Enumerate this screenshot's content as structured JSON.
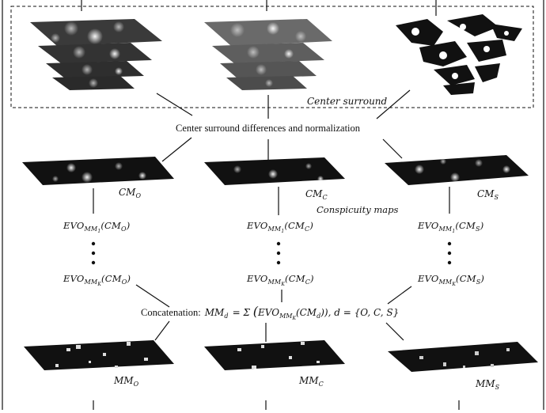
{
  "center_surround_box_label": "Center surround",
  "center_surround_diff_label": "Center surround differences and normalization",
  "conspicuity_maps_label": "Conspicuity maps",
  "concatenation": {
    "prefix": "Concatenation:",
    "lhs": "MM",
    "lhs_sub": "d",
    "equals": "= Σ",
    "evo": "EVO",
    "evo_sub": "MM",
    "evo_subsub": "K",
    "arg": "(CM",
    "arg_sub": "d",
    "arg_close": "))",
    "set_part": ", d = {O, C, S}"
  },
  "columns": [
    {
      "cm": "CM",
      "cm_sub": "O",
      "evo_top_sub": "1",
      "evo_bottom_sub": "K",
      "mm": "MM",
      "mm_sub": "O"
    },
    {
      "cm": "CM",
      "cm_sub": "C",
      "evo_top_sub": "1",
      "evo_bottom_sub": "K",
      "mm": "MM",
      "mm_sub": "C"
    },
    {
      "cm": "CM",
      "cm_sub": "S",
      "evo_top_sub": "1",
      "evo_bottom_sub": "K",
      "mm": "MM",
      "mm_sub": "S"
    }
  ],
  "evo_word": "EVO",
  "evo_mm_word": "MM",
  "colors": {
    "line": "#111111",
    "map_dark": "#111111",
    "map_mid": "#555555",
    "map_light": "#dddddd",
    "background": "#ffffff"
  }
}
